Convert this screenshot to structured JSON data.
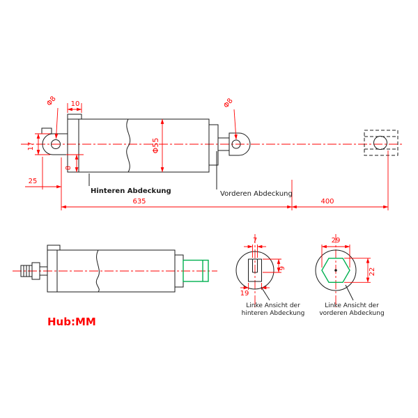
{
  "colors": {
    "dimension_red": "#ff0000",
    "outline_black": "#1a1a1a",
    "hex_green": "#00b050",
    "background": "#ffffff"
  },
  "main_view": {
    "dims": {
      "rear_pin": "Φ8",
      "rear_tab": "10",
      "rear_mount": "17",
      "body_dia": "Φ55",
      "front_pin": "Φ8",
      "plate": "8",
      "rear_len": "25",
      "total_len": "635",
      "stroke_len": "400"
    },
    "labels": {
      "rear_cover": "Hinteren Abdeckung",
      "front_cover": "Vorderen Abdeckung"
    }
  },
  "bottom_view": {
    "hub_label": "Hub:MM"
  },
  "rear_end_view": {
    "dims": {
      "slot_width": "7",
      "slot_length": "19",
      "slot_height": "9"
    },
    "caption": [
      "Linke Ansicht der",
      "hinteren Abdeckung"
    ]
  },
  "front_end_view": {
    "dims": {
      "hex_width": "29",
      "hex_height": "22"
    },
    "caption": [
      "Linke Ansicht der",
      "vorderen Abdeckung"
    ]
  }
}
